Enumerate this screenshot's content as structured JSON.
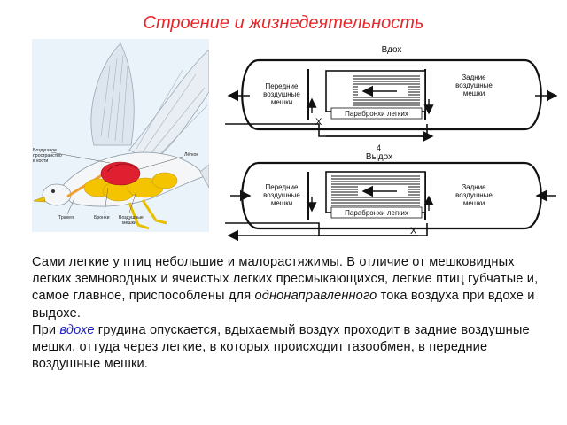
{
  "title": "Строение и жизнедеятельность",
  "bird_labels": {
    "air_space_bone_1": "Воздушное",
    "air_space_bone_2": "пространство",
    "air_space_bone_3": "в кости",
    "lungs": "Лёгкое",
    "trachea": "Трахея",
    "bronchi": "Бронхи",
    "air_sacs_1": "Воздушные",
    "air_sacs_2": "мешки"
  },
  "diagram": {
    "inhale_label": "Вдох",
    "exhale_label": "Выдох",
    "front_sacs": [
      "Передние",
      "воздушные",
      "мешки"
    ],
    "rear_sacs": [
      "Задние",
      "воздушные",
      "мешки"
    ],
    "parabronchi": "Парабронхи легких",
    "valve_mark": "X",
    "number": "4"
  },
  "text": {
    "para1_a": "Сами легкие у птиц небольшие и малорастяжимы. В отличие от мешковидных легких земноводных и ячеистых легких пресмыкающихся, легкие птиц губчатые и, самое главное, приспособлены для ",
    "para1_em": "однонаправленного",
    "para1_b": " тока воздуха при вдохе и выдохе.",
    "para2_a": "При ",
    "para2_em": "вдохе",
    "para2_b": " грудина опускается, вдыхаемый воздух проходит в задние воздушные мешки, оттуда через легкие, в которых происходит газообмен, в передние воздушные мешки."
  },
  "colors": {
    "title": "#e8262b",
    "highlight": "#1c1ccc",
    "lungs": "#e02030",
    "air_sacs": "#f5c400"
  }
}
